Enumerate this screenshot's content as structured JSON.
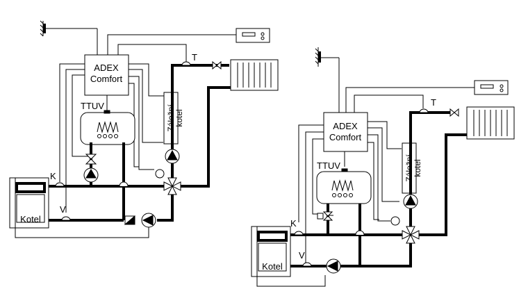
{
  "left": {
    "controller_line1": "ADEX",
    "controller_line2": "Comfort",
    "backup_boiler_line1": "Záložní",
    "backup_boiler_line2": "kotel",
    "boiler": "Kotel",
    "tank": "TTUV",
    "sensor_t": "T",
    "sensor_k": "K",
    "sensor_v": "V"
  },
  "right": {
    "controller_line1": "ADEX",
    "controller_line2": "Comfort",
    "backup_boiler_line1": "Záložní",
    "backup_boiler_line2": "kotel",
    "boiler": "Kotel",
    "tank": "TTUV",
    "sensor_t": "T",
    "sensor_k": "K",
    "sensor_v": "V"
  },
  "icons": [
    "antenna-icon",
    "room-thermostat-icon",
    "radiator-icon",
    "valve-icon",
    "pump-icon",
    "mixing-valve-icon",
    "temperature-sensor-icon",
    "coil-icon"
  ]
}
